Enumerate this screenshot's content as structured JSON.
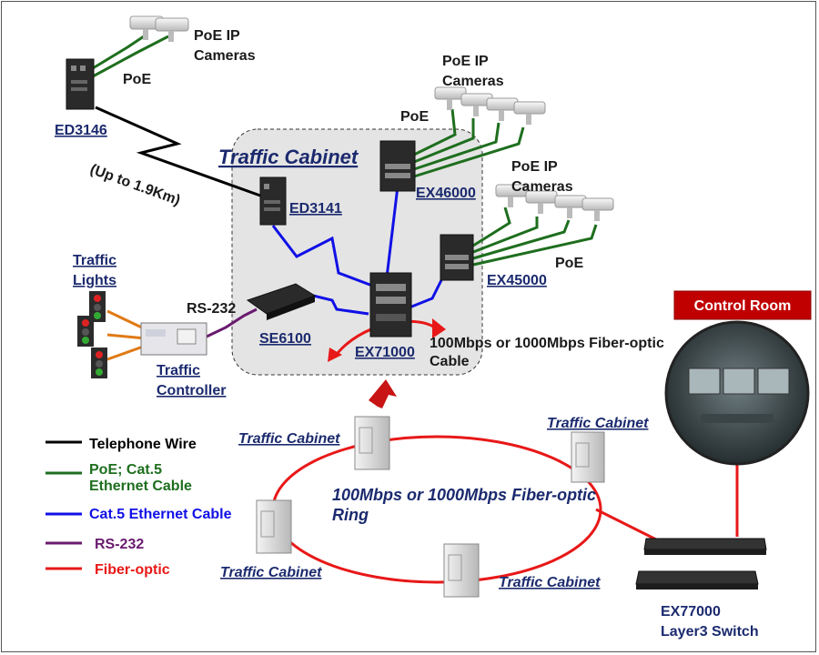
{
  "labels": {
    "poe_ip_cameras": "PoE IP Cameras",
    "poe": "PoE",
    "ed3146": "ED3146",
    "up_to": "(Up to 1.9Km)",
    "traffic_cabinet_title": "Traffic Cabinet",
    "ed3141": "ED3141",
    "ex46000": "EX46000",
    "ex45000": "EX45000",
    "ex71000": "EX71000",
    "se6100": "SE6100",
    "rs232": "RS-232",
    "traffic_lights": "Traffic Lights",
    "traffic_controller": "Traffic Controller",
    "fiber_cable": "100Mbps or 1000Mbps Fiber-optic Cable",
    "control_room": "Control Room",
    "traffic_cabinet": "Traffic Cabinet",
    "ring": "100Mbps or 1000Mbps Fiber-optic Ring",
    "ex77000": "EX77000",
    "layer3": "Layer3 Switch"
  },
  "legend": [
    {
      "text": "Telephone Wire",
      "color": "#000000",
      "text_color": "#000000"
    },
    {
      "text": "PoE; Cat.5 Ethernet Cable",
      "color": "#1e6e1e",
      "text_color": "#1e6e1e"
    },
    {
      "text": "Cat.5 Ethernet Cable",
      "color": "#1010e6",
      "text_color": "#1010e6"
    },
    {
      "text": "RS-232",
      "color": "#6a1a6e",
      "text_color": "#6a1a6e"
    },
    {
      "text": "Fiber-optic",
      "color": "#e81818",
      "text_color": "#e81818"
    }
  ],
  "colors": {
    "telephone": "#000000",
    "poe": "#1e6e1e",
    "ethernet": "#1010e6",
    "rs232": "#6a1a6e",
    "fiber": "#e81818",
    "control_room_badge": "#c00000"
  }
}
